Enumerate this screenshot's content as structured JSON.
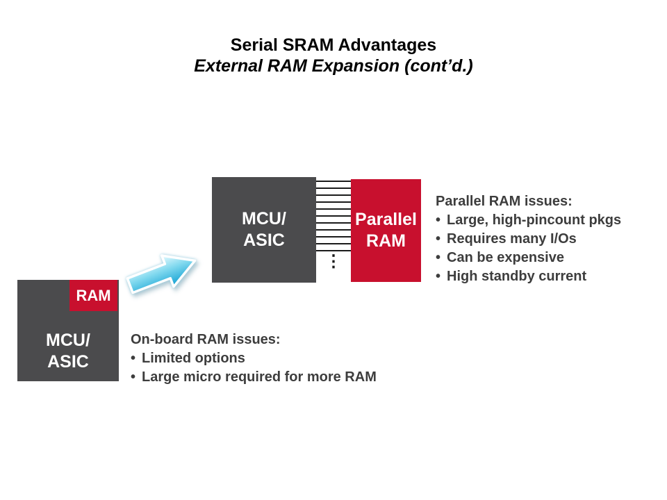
{
  "title": {
    "line1": "Serial SRAM Advantages",
    "line2": "External RAM Expansion (cont’d.)"
  },
  "ui": {
    "bullet": "•",
    "bus_ellipsis": "⋮"
  },
  "colors": {
    "box_gray": "#4b4b4d",
    "box_red": "#c8102e",
    "arrow_blue_light": "#e9fbff",
    "arrow_blue_mid": "#7fd8ee",
    "arrow_blue_dark": "#0f9fd2"
  },
  "diagram": {
    "mcu_asic_top": {
      "line1": "MCU/",
      "line2": "ASIC"
    },
    "parallel_ram": {
      "line1": "Parallel",
      "line2": "RAM"
    },
    "mcu_asic_bottom": {
      "line1": "MCU/",
      "line2": "ASIC"
    },
    "ram_chip": "RAM"
  },
  "parallel_issues": {
    "heading": "Parallel RAM issues:",
    "bullets": [
      "Large, high-pincount pkgs",
      "Requires many I/Os",
      "Can be expensive",
      "High standby current"
    ]
  },
  "onboard_issues": {
    "heading": "On-board RAM issues:",
    "bullets": [
      "Limited options",
      "Large micro required for more RAM"
    ]
  }
}
